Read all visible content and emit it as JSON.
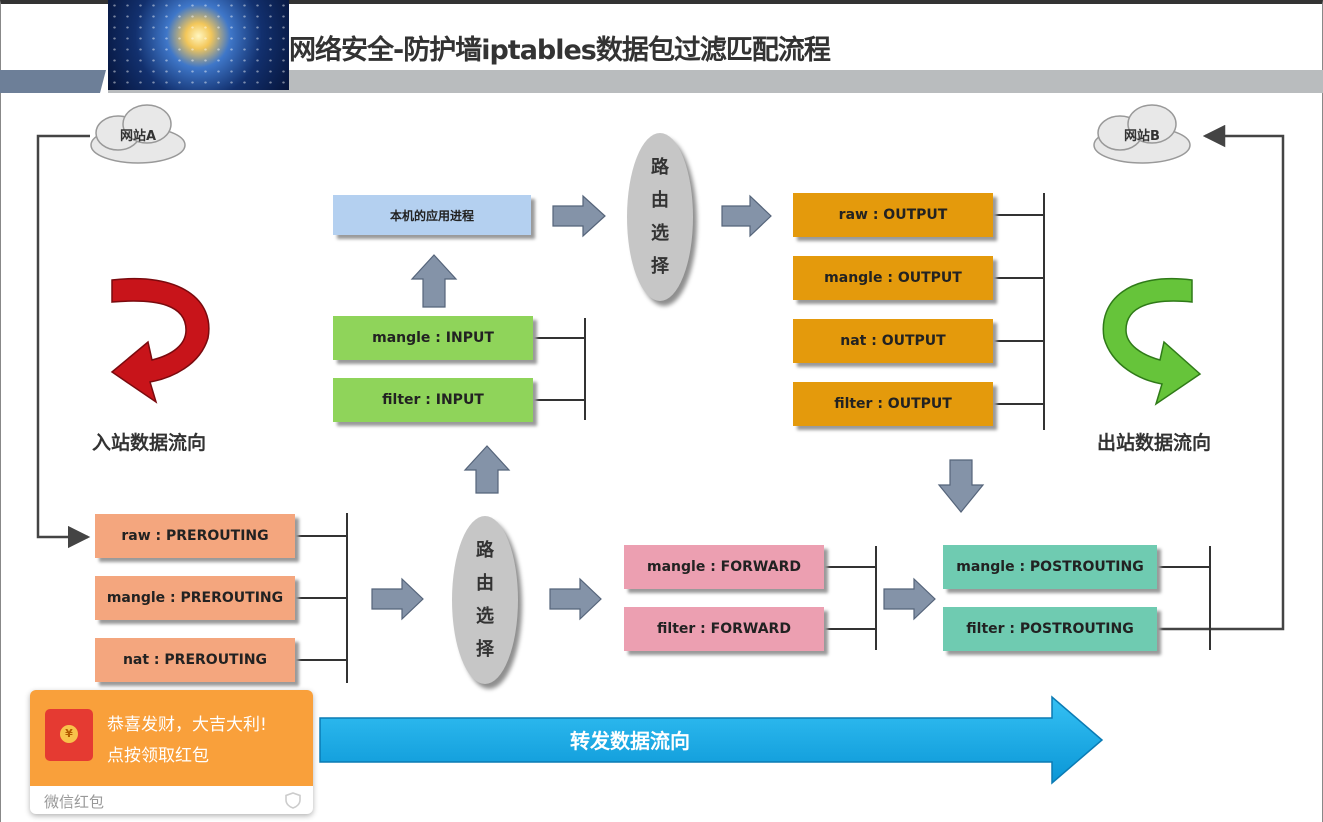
{
  "title": "网络安全-防护墙iptables数据包过滤匹配流程",
  "clouds": {
    "site_a": "网站A",
    "site_b": "网站B"
  },
  "flow_labels": {
    "inbound": "入站数据流向",
    "outbound": "出站数据流向",
    "forward": "转发数据流向"
  },
  "routing_chars": [
    "路",
    "由",
    "选",
    "择"
  ],
  "local_process": "本机的应用进程",
  "prerouting": [
    "raw : PREROUTING",
    "mangle : PREROUTING",
    "nat : PREROUTING"
  ],
  "input": [
    "mangle : INPUT",
    "filter : INPUT"
  ],
  "output": [
    "raw : OUTPUT",
    "mangle : OUTPUT",
    "nat : OUTPUT",
    "filter : OUTPUT"
  ],
  "forward": [
    "mangle : FORWARD",
    "filter : FORWARD"
  ],
  "postrouting": [
    "mangle : POSTROUTING",
    "filter : POSTROUTING"
  ],
  "red_packet": {
    "line1": "恭喜发财，大吉大利!",
    "line2": "点按领取红包",
    "footer": "微信红包",
    "coin": "¥"
  },
  "colors": {
    "prerouting": "#f4a67e",
    "input": "#8fd45a",
    "output": "#e49a0c",
    "forward": "#ec9fb1",
    "postrouting": "#6fcbb1",
    "local": "#b4d0f0",
    "forward_arrow": "#11a8e6",
    "inbound_arrow": "#c8141a",
    "outbound_arrow": "#66c43a"
  }
}
